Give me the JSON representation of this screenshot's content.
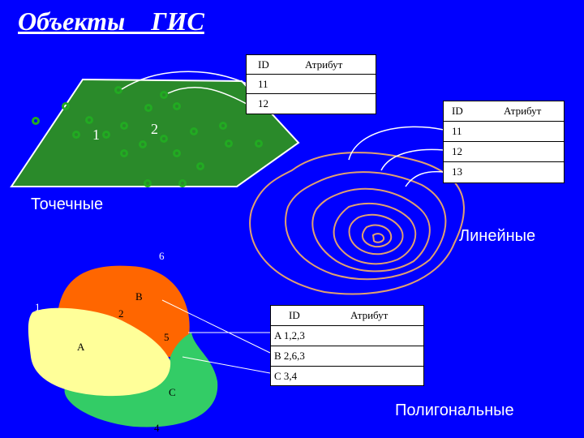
{
  "title": "Объекты    ГИС",
  "labels": {
    "points": "Точечные",
    "lines": "Линейные",
    "polygons": "Полигональные"
  },
  "point_table": {
    "id_header": "ID",
    "attr_header": "Атрибут",
    "rows": [
      "11",
      "12"
    ]
  },
  "line_table": {
    "id_header": "ID",
    "attr_header": "Атрибут",
    "rows": [
      "11",
      "12",
      "13"
    ]
  },
  "polygon_table": {
    "id_header": "ID",
    "attr_header": "Атрибут",
    "rows": [
      "A 1,2,3",
      "B 2,6,3",
      "C 3,4"
    ]
  },
  "point_labels": [
    "1",
    "2"
  ],
  "polygon_labels": {
    "A": "A",
    "B": "B",
    "C": "C",
    "n1": "1",
    "n2": "2",
    "n4": "4",
    "n5": "5",
    "n6": "6"
  },
  "colors": {
    "background": "#0000ff",
    "point_plane": "#2a8a2a",
    "point_marker": "#22aa22",
    "contour": "#e0a070",
    "polygon_A": "#ffff99",
    "polygon_B": "#ff6600",
    "polygon_C": "#33cc66"
  }
}
